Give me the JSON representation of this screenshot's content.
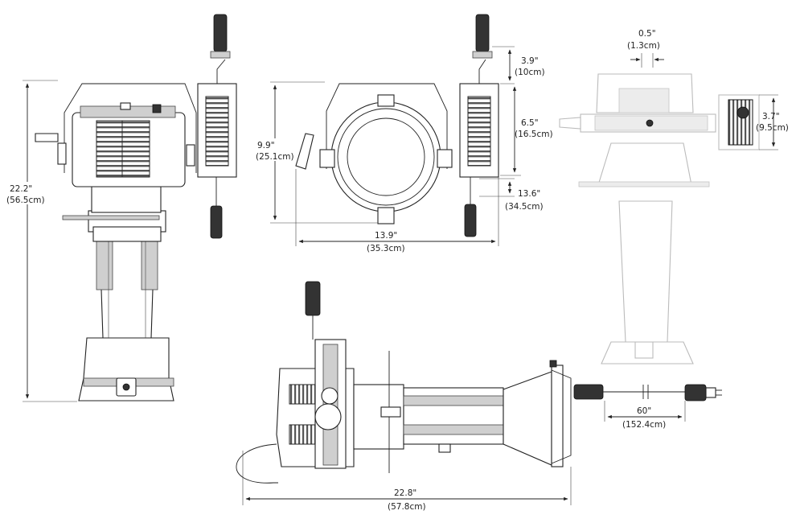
{
  "dimensions": {
    "front_height": {
      "inch": "22.2\"",
      "cm": "(56.5cm)"
    },
    "yoke_height": {
      "inch": "9.9\"",
      "cm": "(25.1cm)"
    },
    "yoke_width": {
      "inch": "13.9\"",
      "cm": "(35.3cm)"
    },
    "connector_top": {
      "inch": "3.9\"",
      "cm": "(10cm)"
    },
    "driver_height": {
      "inch": "6.5\"",
      "cm": "(16.5cm)"
    },
    "connector_bottom": {
      "inch": "13.6\"",
      "cm": "(34.5cm)"
    },
    "top_offset": {
      "inch": "0.5\"",
      "cm": "(1.3cm)"
    },
    "driver_depth": {
      "inch": "3.7\"",
      "cm": "(9.5cm)"
    },
    "side_length": {
      "inch": "22.8\"",
      "cm": "(57.8cm)"
    },
    "cable_length": {
      "inch": "60\"",
      "cm": "(152.4cm)"
    }
  }
}
